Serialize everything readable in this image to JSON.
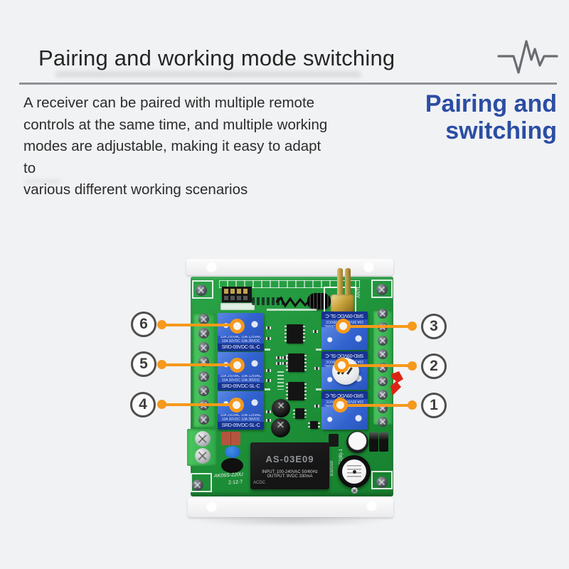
{
  "header": {
    "title": "Pairing and working mode switching"
  },
  "intro": {
    "lines": [
      "A receiver can be paired with multiple remote",
      "controls at the same time, and multiple working",
      "modes are adjustable, making it easy to adapt to",
      "various different working scenarios"
    ]
  },
  "side_heading": {
    "line1": "Pairing and",
    "line2": "switching",
    "color": "#2b4da3"
  },
  "board": {
    "antenna_label": "ANT",
    "relay_label": "SRD-09VDC-SL-C",
    "relay_spec1": "10A 250VAC 10A 125VAC",
    "relay_spec2": "10A 30VDC 10A 28VDC",
    "power_module": {
      "model": "AS-03E09",
      "spec_line1": "INPUT: 100-240VAC 50/60Hz",
      "spec_line2": "OUTPUT: 9VDC 330mA",
      "corner": "ACDC"
    },
    "silkscreen": {
      "model": "AK06S-220U",
      "date": "2·12·7",
      "code_e2b": "E2(B)-1",
      "code_vertical": "B3201B"
    }
  },
  "callouts": {
    "left": [
      "6",
      "5",
      "4"
    ],
    "right": [
      "3",
      "2",
      "1"
    ],
    "accent_color": "#f6991c"
  }
}
